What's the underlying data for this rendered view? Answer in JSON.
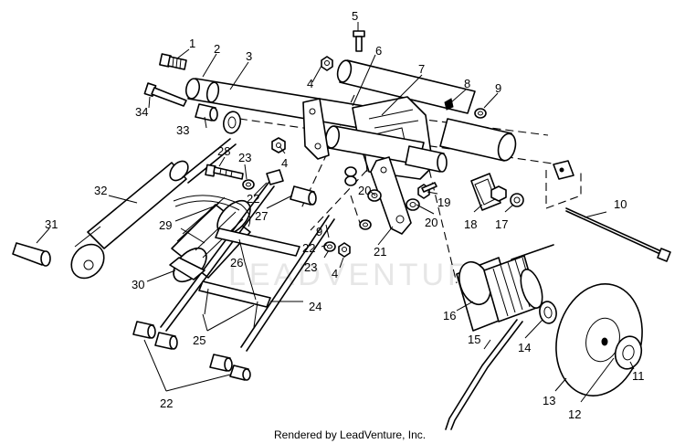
{
  "diagram": {
    "callout_labels": [
      "1",
      "2",
      "3",
      "4",
      "5",
      "6",
      "7",
      "8",
      "9",
      "10",
      "11",
      "12",
      "13",
      "14",
      "15",
      "16",
      "17",
      "18",
      "19",
      "20",
      "21",
      "22",
      "23",
      "24",
      "25",
      "26",
      "27",
      "28",
      "29",
      "30",
      "31",
      "32",
      "33",
      "34"
    ],
    "watermark": "LEADVENTURE",
    "footer": "Rendered by LeadVenture, Inc."
  }
}
